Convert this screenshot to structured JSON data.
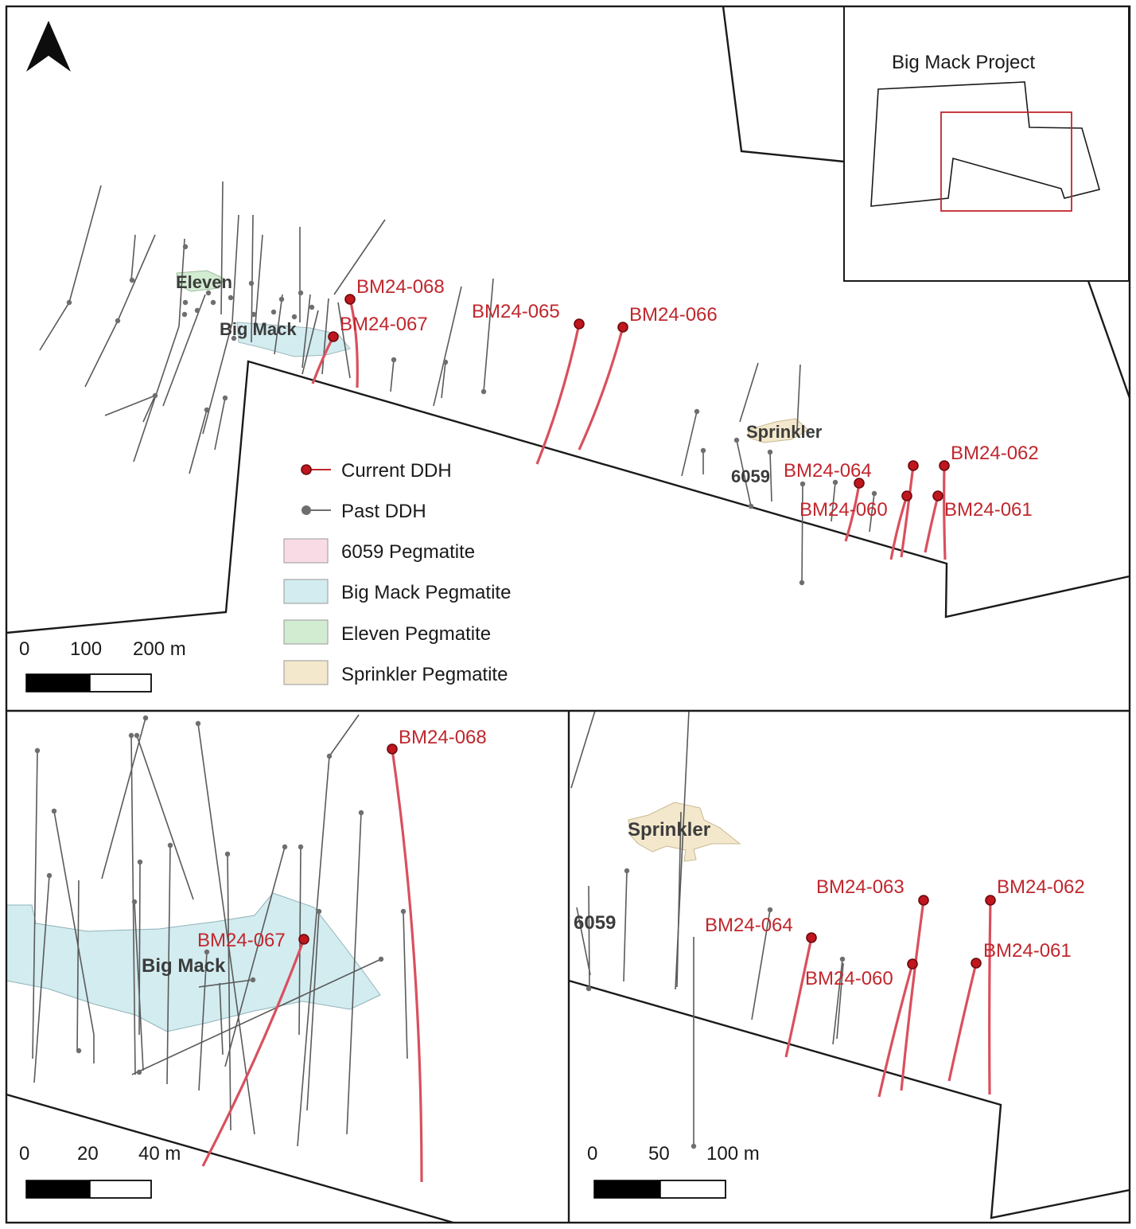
{
  "map": {
    "inset": {
      "title": "Big Mack Project"
    },
    "pegmatites": {
      "eleven": "Eleven",
      "big_mack": "Big Mack",
      "sprinkler": "Sprinkler",
      "p6059": "6059"
    },
    "drillholes": {
      "bm060": "BM24-060",
      "bm061": "BM24-061",
      "bm062": "BM24-062",
      "bm063": "BM24-063",
      "bm064": "BM24-064",
      "bm065": "BM24-065",
      "bm066": "BM24-066",
      "bm067": "BM24-067",
      "bm068": "BM24-068"
    },
    "legend": {
      "current_ddh": "Current DDH",
      "past_ddh": "Past DDH",
      "p6059": "6059 Pegmatite",
      "big_mack": "Big Mack Pegmatite",
      "eleven": "Eleven Pegmatite",
      "sprinkler": "Sprinkler Pegmatite"
    },
    "scale_main": {
      "t0": "0",
      "t1": "100",
      "t2": "200 m"
    },
    "scale_left": {
      "t0": "0",
      "t1": "20",
      "t2": "40 m"
    },
    "scale_right": {
      "t0": "0",
      "t1": "50",
      "t2": "100 m"
    },
    "colors": {
      "current_ddh": "#c0161e",
      "current_trace": "#d9505e",
      "past_ddh": "#6e6e6e",
      "p6059_fill": "#f9dbe6",
      "big_mack_fill": "#d3ecf0",
      "eleven_fill": "#d2ecd2",
      "sprinkler_fill": "#f3e8cc"
    }
  }
}
